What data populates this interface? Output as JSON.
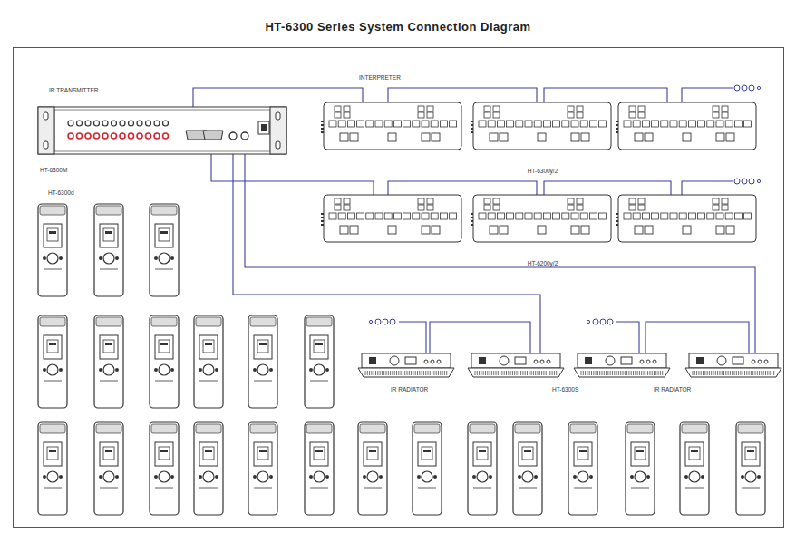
{
  "diagram": {
    "title": "HT-6300 Series System Connection Diagram",
    "nodes": [
      {
        "text": [
          "IR TRANSMITTER",
          "HT-6300M"
        ]
      },
      {
        "text": [
          "HT-6300y/2"
        ]
      },
      {
        "text": [
          "HT-6200y/2"
        ]
      }
    ],
    "labels": [
      "INTERPRETER",
      "HT-6300d",
      "IR RADIATOR",
      "HT-6300S",
      "IR RADIATOR"
    ]
  }
}
